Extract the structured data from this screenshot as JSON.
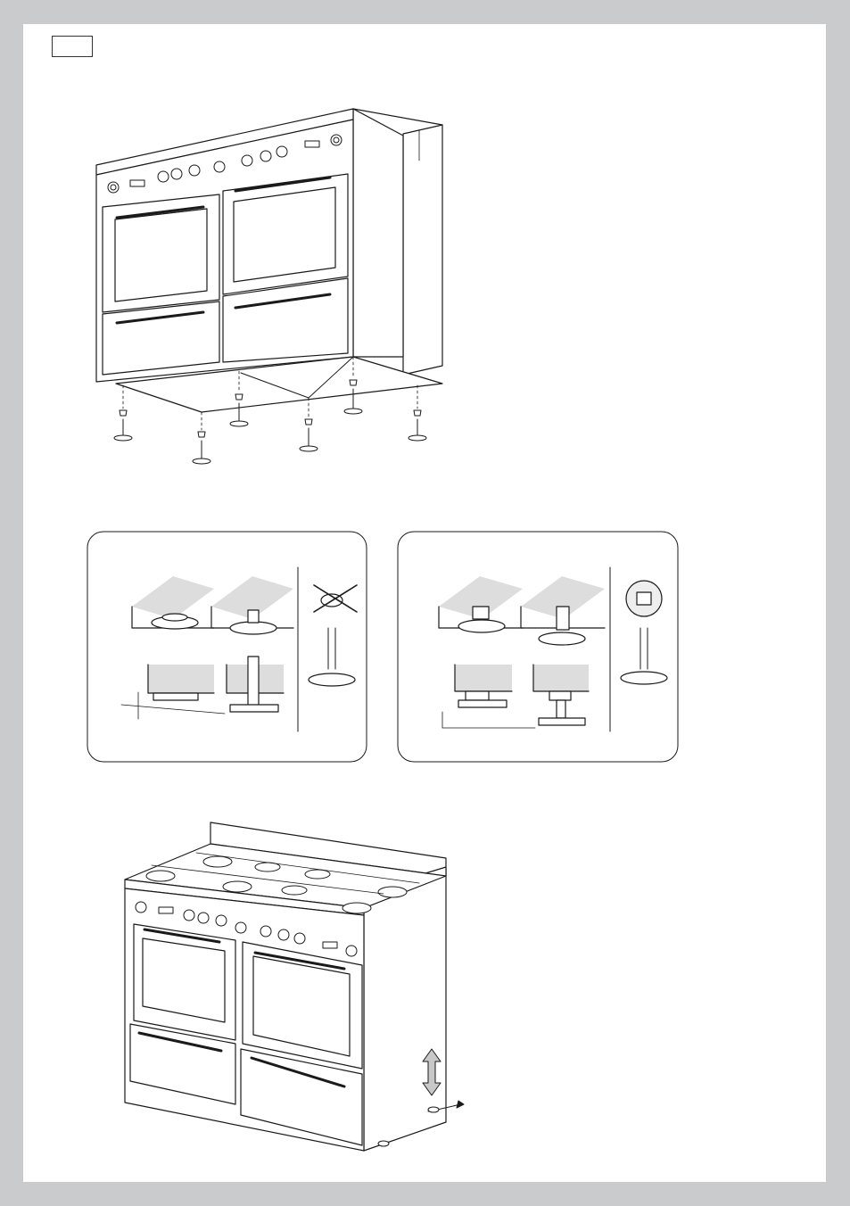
{
  "page": {
    "label": "",
    "background": "#c9cbcd",
    "paper": "#ffffff",
    "line_color": "#1a1a1a",
    "shade_color": "#d0d0d0"
  },
  "figures": [
    {
      "id": "oven-underside-feet",
      "icon": "range-cooker-with-six-feet"
    },
    {
      "id": "foot-removal-panel",
      "icon": "foot-adjustment-steps-a"
    },
    {
      "id": "foot-nut-panel",
      "icon": "foot-adjustment-steps-b"
    },
    {
      "id": "oven-leveling",
      "icon": "range-cooker-leveling"
    }
  ]
}
